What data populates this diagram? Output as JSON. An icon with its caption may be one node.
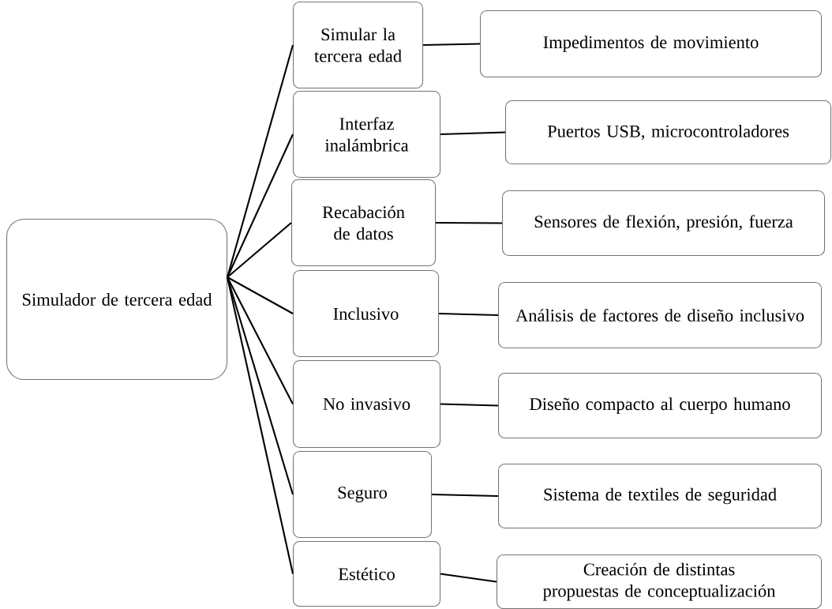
{
  "diagram": {
    "nodes": [
      {
        "text": [
          "Simulador de tercera edad"
        ]
      },
      {
        "text": [
          "Simular la tercera edad"
        ]
      },
      {
        "text": [
          "Interfaz inalámbrica"
        ]
      },
      {
        "text": [
          "Recabación de datos"
        ]
      },
      {
        "text": [
          "Inclusivo"
        ]
      },
      {
        "text": [
          "No invasivo"
        ]
      },
      {
        "text": [
          "Seguro"
        ]
      },
      {
        "text": [
          "Estético"
        ]
      },
      {
        "text": [
          "Impedimentos de movimiento"
        ]
      },
      {
        "text": [
          "Puertos USB, microcontroladores"
        ]
      },
      {
        "text": [
          "Sensores de flexión, presión, fuerza"
        ]
      },
      {
        "text": [
          "Análisis de factores de diseño inclusivo"
        ]
      },
      {
        "text": [
          "Diseño compacto al cuerpo humano"
        ]
      },
      {
        "text": [
          "Sistema de textiles de seguridad"
        ]
      },
      {
        "text": [
          "Creación de distintas propuestas de conceptualización"
        ]
      }
    ],
    "edges": [
      {
        "from": 0,
        "to": 1,
        "arrow": "none"
      },
      {
        "from": 0,
        "to": 2,
        "arrow": "none"
      },
      {
        "from": 0,
        "to": 3,
        "arrow": "none"
      },
      {
        "from": 0,
        "to": 4,
        "arrow": "none"
      },
      {
        "from": 0,
        "to": 5,
        "arrow": "none"
      },
      {
        "from": 0,
        "to": 6,
        "arrow": "none"
      },
      {
        "from": 0,
        "to": 7,
        "arrow": "none"
      },
      {
        "from": 1,
        "to": 8,
        "arrow": "none"
      },
      {
        "from": 2,
        "to": 9,
        "arrow": "none"
      },
      {
        "from": 3,
        "to": 10,
        "arrow": "none"
      },
      {
        "from": 4,
        "to": 11,
        "arrow": "none"
      },
      {
        "from": 5,
        "to": 12,
        "arrow": "none"
      },
      {
        "from": 6,
        "to": 13,
        "arrow": "none"
      },
      {
        "from": 7,
        "to": 14,
        "arrow": "none"
      }
    ]
  }
}
